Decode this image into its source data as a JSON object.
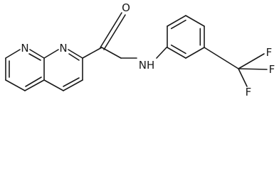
{
  "molecule": {
    "atoms": {
      "n1": "N",
      "n8": "N",
      "o": "O",
      "nh": "NH",
      "f_top": "F",
      "f_right": "F",
      "f_bottom": "F"
    }
  }
}
